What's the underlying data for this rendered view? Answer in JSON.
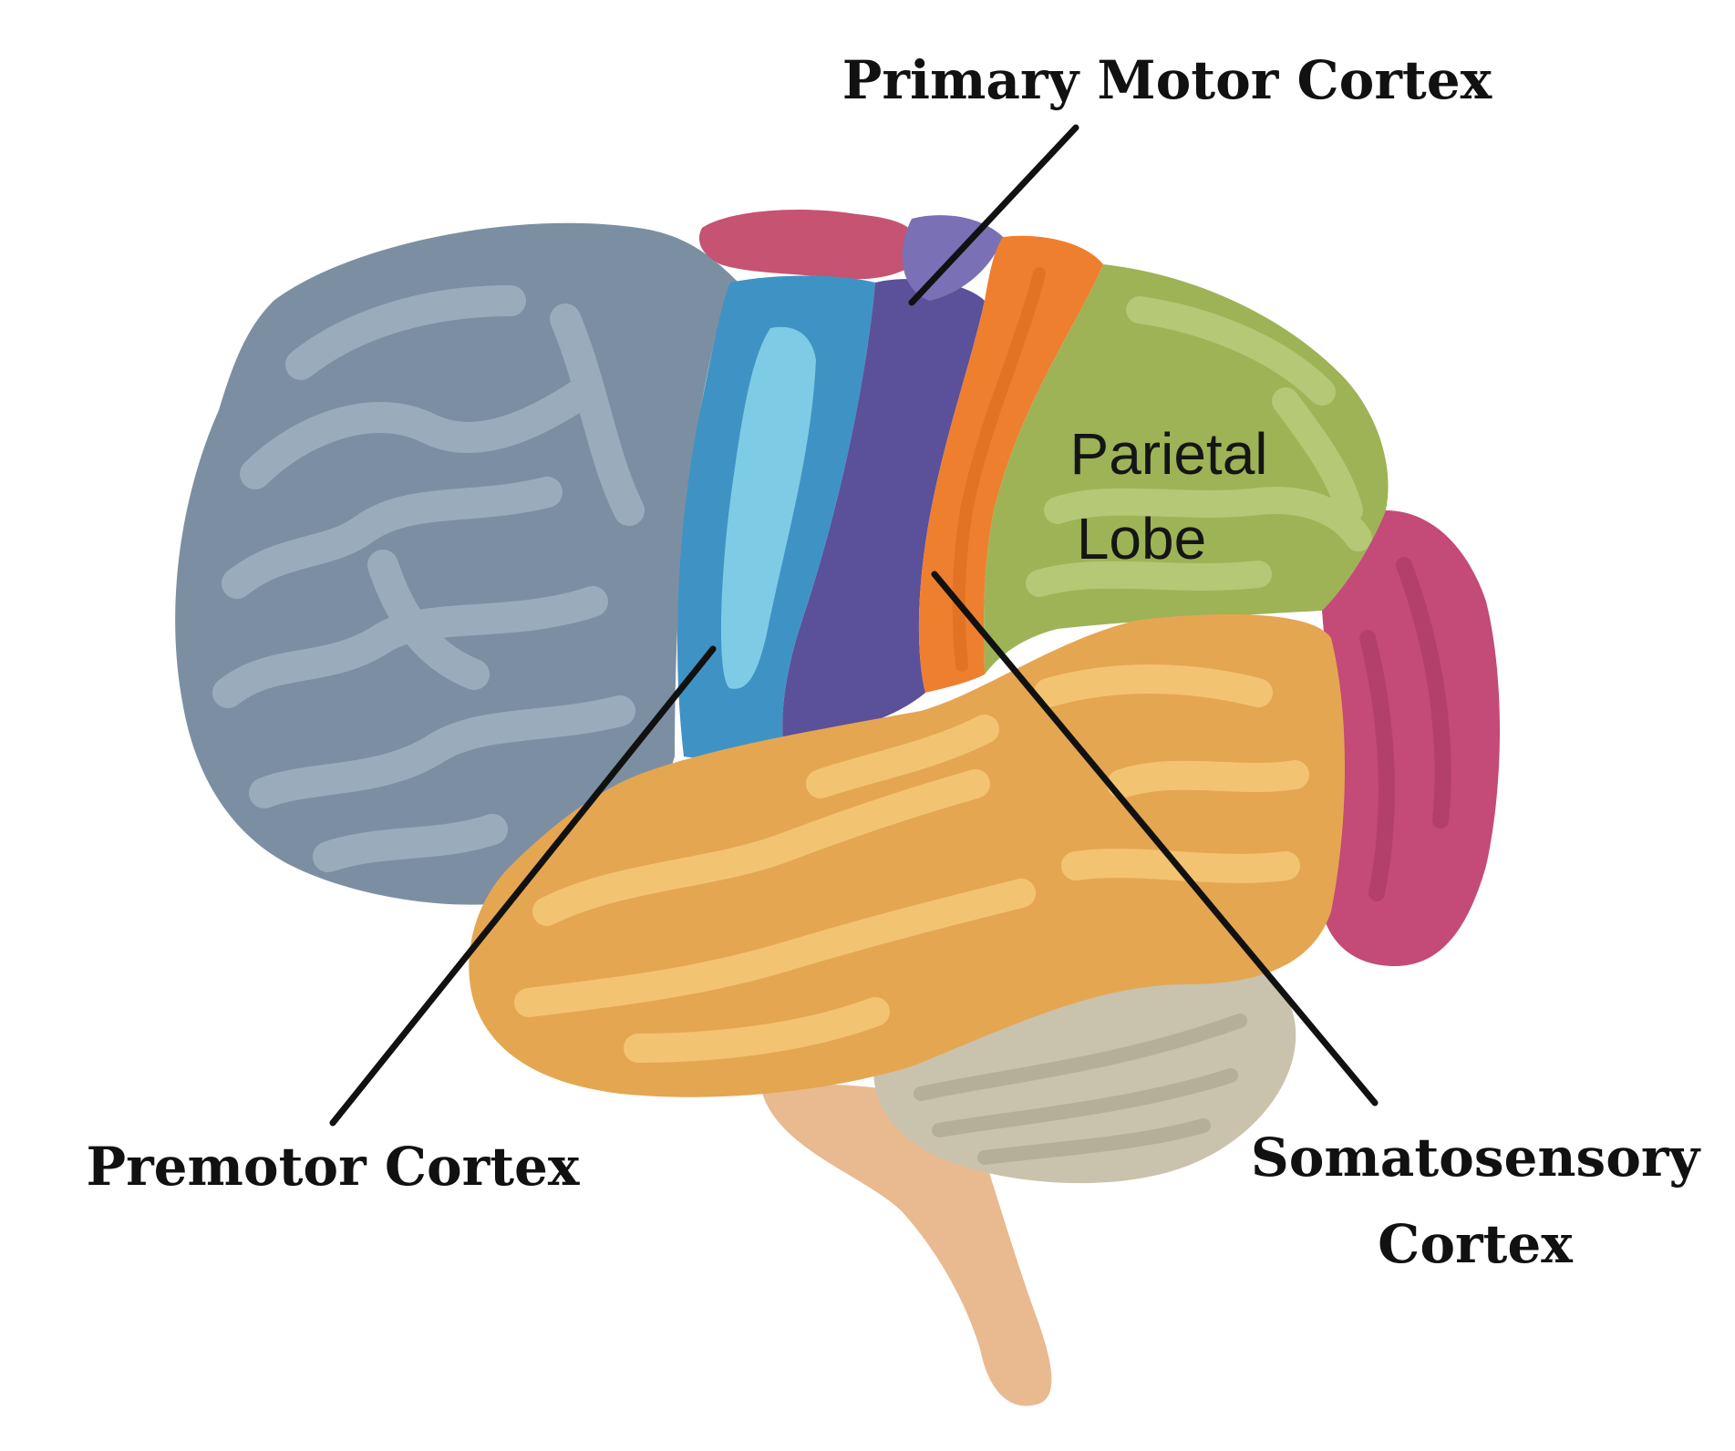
{
  "labels": {
    "primary_motor": "Primary Motor Cortex",
    "parietal_line1": "Parietal",
    "parietal_line2": "Lobe",
    "premotor": "Premotor Cortex",
    "somatosensory_line1": "Somatosensory",
    "somatosensory_line2": "Cortex"
  },
  "colors": {
    "frontal": "#7c8fa2",
    "frontal_gyrus": "#9aacbc",
    "premotor": "#3f93c4",
    "premotor_inner": "#7ecbe6",
    "motor": "#5b509a",
    "motor_top": "#7a70b6",
    "somatosensory": "#ee7f2e",
    "parietal": "#9db356",
    "parietal_gyrus": "#b4c875",
    "occipital": "#c44a78",
    "temporal": "#e5a651",
    "temporal_gyrus": "#f2c472",
    "cerebellum": "#c9c2ad",
    "brainstem": "#e9b98f",
    "top_pink": "#c65372",
    "leader_line": "#111111"
  }
}
